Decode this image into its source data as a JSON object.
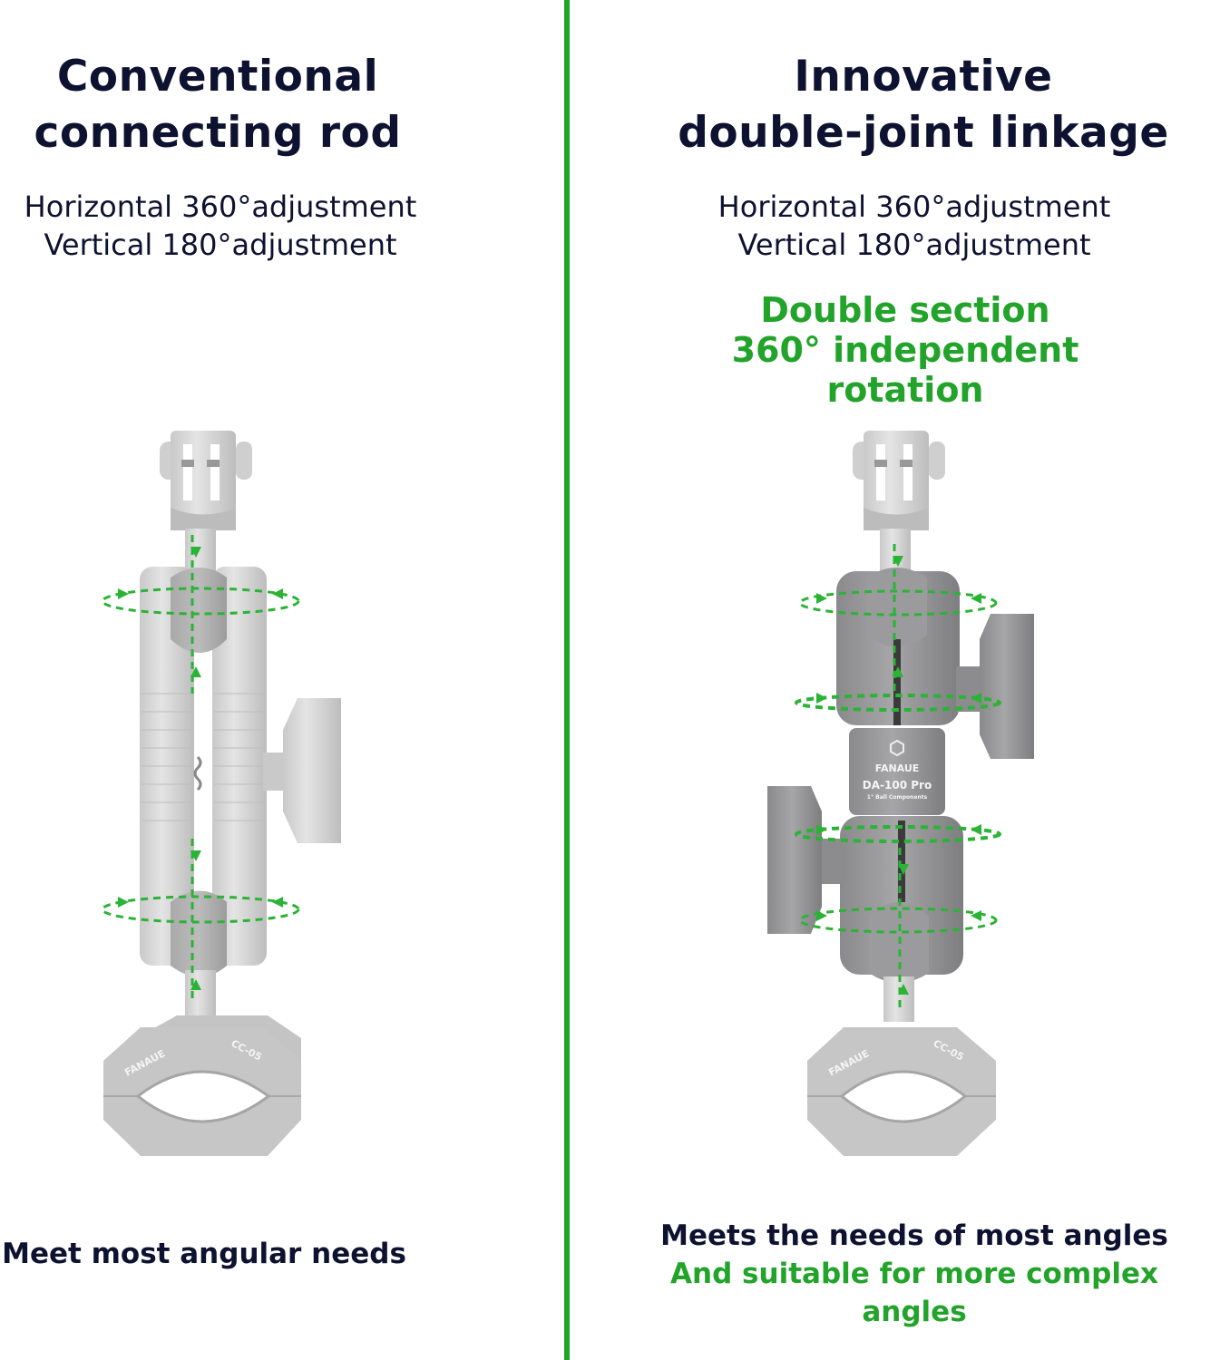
{
  "colors": {
    "divider": "#22a62a",
    "heading": "#0d1230",
    "highlight": "#22a32a",
    "arrow": "#2bb336",
    "metal_light": "#cfcfcf",
    "metal_dark": "#8e8e90"
  },
  "left": {
    "title_line1": "Conventional",
    "title_line2": "connecting rod",
    "spec_line1": "Horizontal 360°adjustment",
    "spec_line2": "Vertical 180°adjustment",
    "product": {
      "clamp_brand": "FANAUE",
      "clamp_model": "CC-05"
    },
    "footer": "Meet most angular needs"
  },
  "right": {
    "title_line1": "Innovative",
    "title_line2": "double-joint linkage",
    "spec_line1": "Horizontal 360°adjustment",
    "spec_line2": "Vertical 180°adjustment",
    "highlight_line1": "Double section",
    "highlight_line2": "360° independent rotation",
    "product": {
      "center_brand": "FANAUE",
      "center_model": "DA-100 Pro",
      "center_caption": "1\" Ball Components",
      "clamp_brand": "FANAUE",
      "clamp_model": "CC-05"
    },
    "footer_line1": "Meets the needs of most angles",
    "footer_line2": "And suitable for more complex angles"
  }
}
